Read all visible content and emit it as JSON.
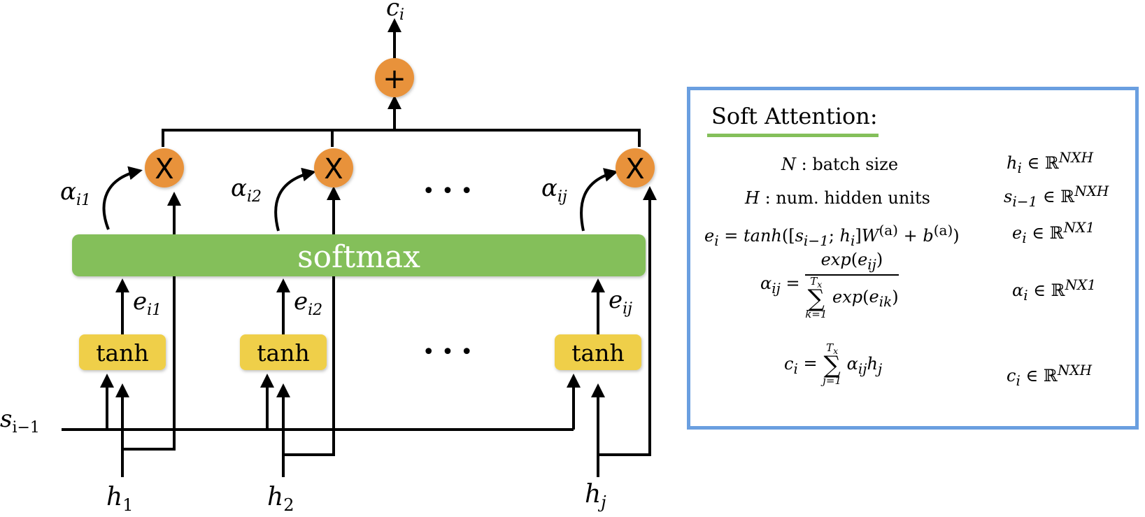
{
  "colors": {
    "operator_fill": "#e8923a",
    "softmax_fill": "#84bf5a",
    "tanh_fill": "#efcf4a",
    "panel_border": "#6a9fe0",
    "underline": "#84bf5a",
    "line": "#000000"
  },
  "diagram": {
    "output_label": "c",
    "output_sub": "i",
    "sum_op": "+",
    "mult_op": "X",
    "softmax_label": "softmax",
    "tanh_label": "tanh",
    "ellipsis": "• • •",
    "state_label": "s",
    "state_sub": "i−1",
    "columns": [
      {
        "alpha": "α",
        "alpha_sub": "i1",
        "e": "e",
        "e_sub": "i1",
        "h": "h",
        "h_sub": "1"
      },
      {
        "alpha": "α",
        "alpha_sub": "i2",
        "e": "e",
        "e_sub": "i2",
        "h": "h",
        "h_sub": "2"
      },
      {
        "alpha": "α",
        "alpha_sub": "ij",
        "e": "e",
        "e_sub": "ij",
        "h": "h",
        "h_sub": "j"
      }
    ]
  },
  "panel": {
    "title": "Soft Attention:",
    "rows": [
      {
        "left": "N : batch size",
        "right": "h_i ∈ ℝ^{NXH}"
      },
      {
        "left": "H : num. hidden units",
        "right": "s_{i−1} ∈ ℝ^{NXH}"
      },
      {
        "left": "e_i = tanh([s_{i−1}; h_i]W^{(a)} + b^{(a)})",
        "right": "e_i ∈ ℝ^{NX1}"
      },
      {
        "left": "α_ij = exp(e_ij) / Σ_{k=1}^{T_x} exp(e_ik)",
        "right": "α_i ∈ ℝ^{NX1}"
      },
      {
        "left": "c_i = Σ_{j=1}^{T_x} α_ij h_j",
        "right": "c_i ∈ ℝ^{NXH}"
      }
    ]
  }
}
